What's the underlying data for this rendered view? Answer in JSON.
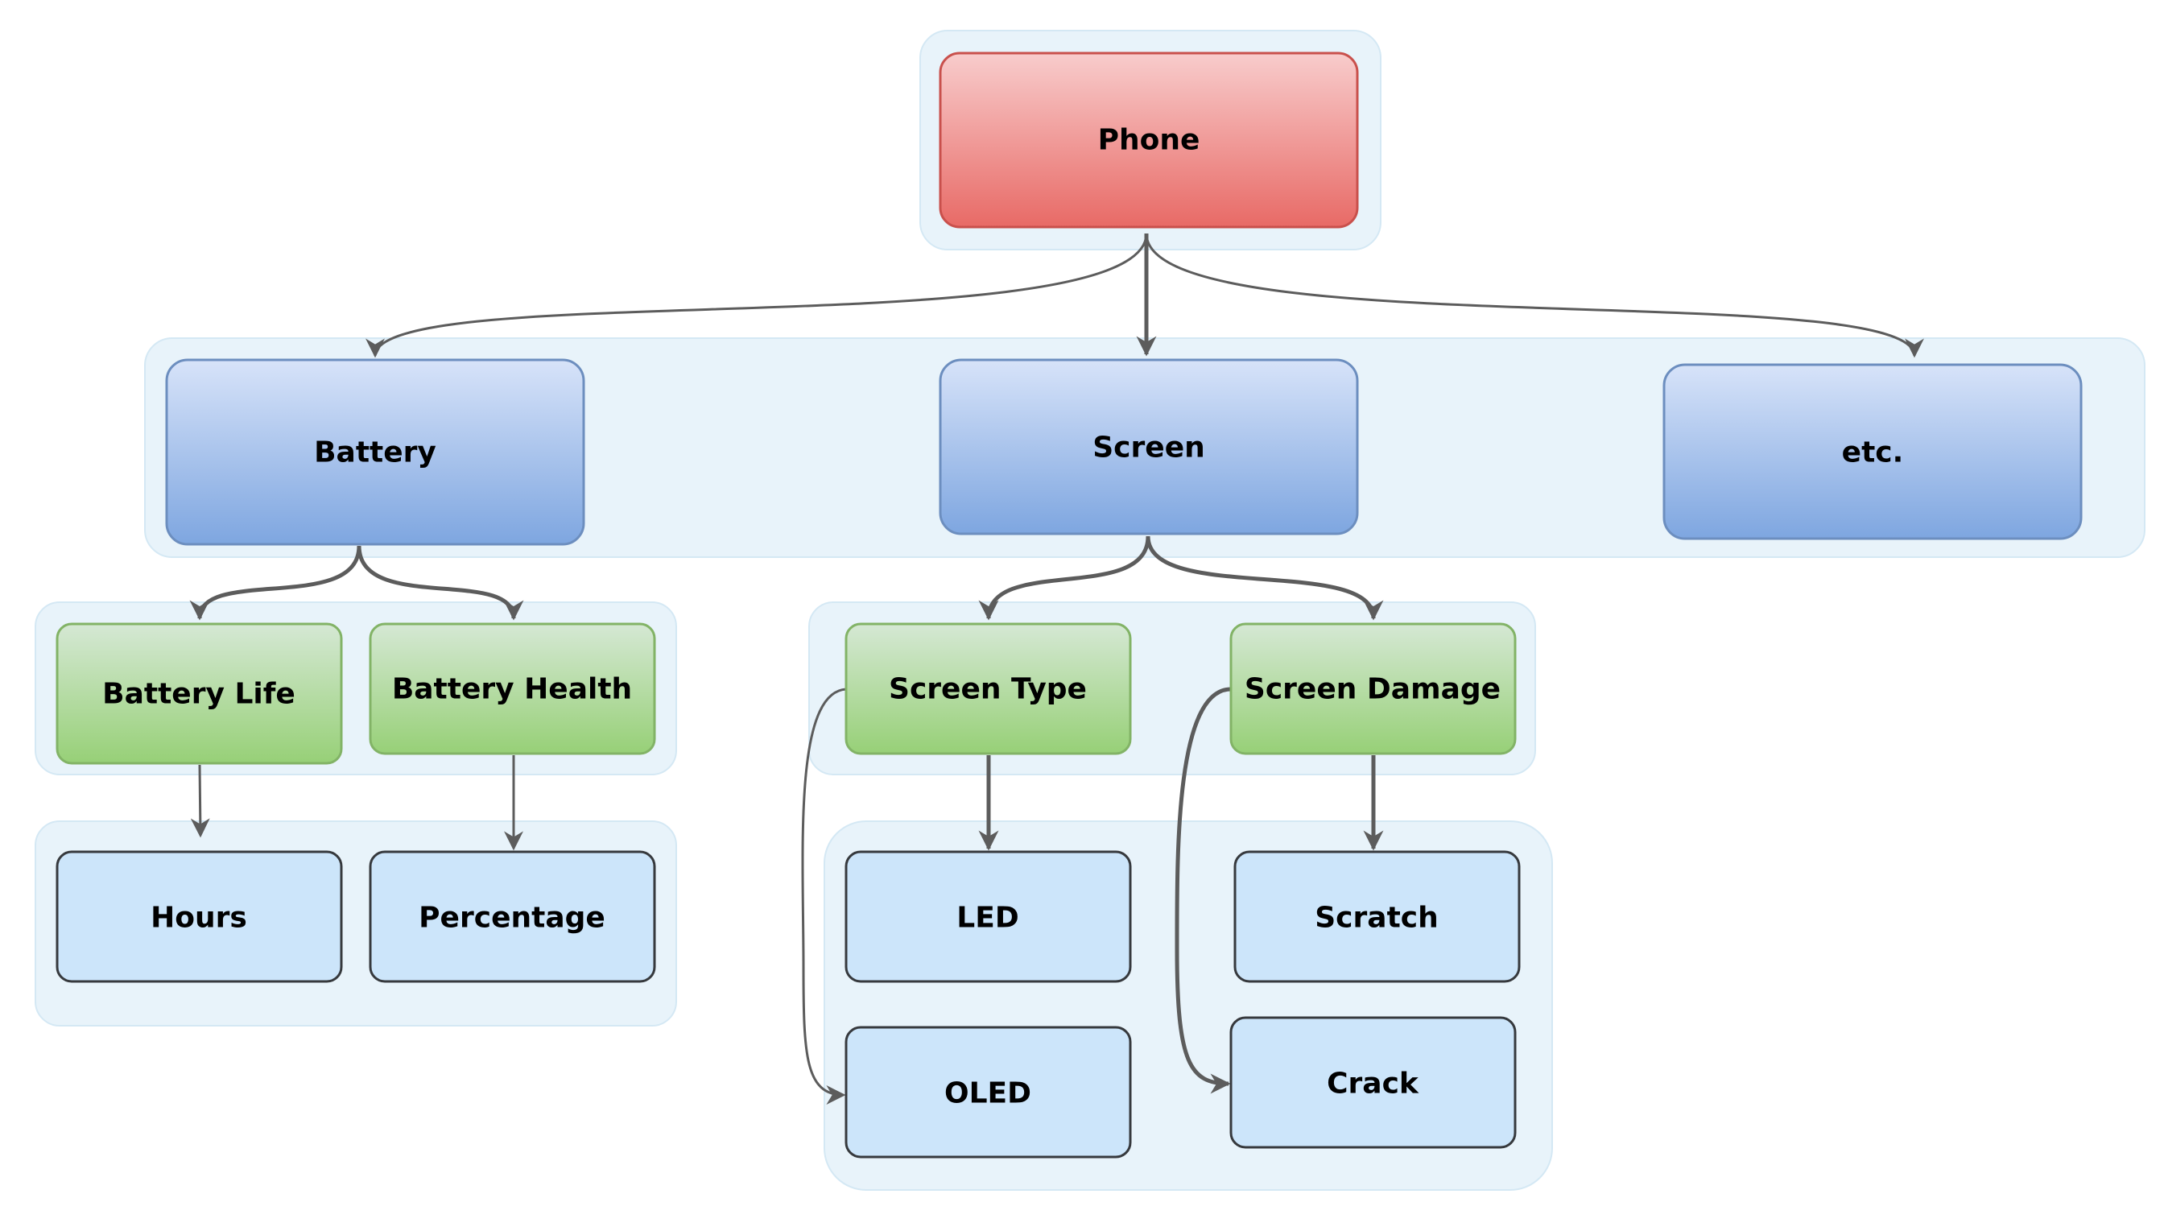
{
  "diagram": {
    "root": {
      "label": "Phone"
    },
    "level1": [
      {
        "label": "Battery"
      },
      {
        "label": "Screen"
      },
      {
        "label": "etc."
      }
    ],
    "battery_children": [
      {
        "label": "Battery Life"
      },
      {
        "label": "Battery Health"
      }
    ],
    "battery_leaves": [
      {
        "label": "Hours"
      },
      {
        "label": "Percentage"
      }
    ],
    "screen_children": [
      {
        "label": "Screen Type"
      },
      {
        "label": "Screen Damage"
      }
    ],
    "screen_type_leaves": [
      {
        "label": "LED"
      },
      {
        "label": "OLED"
      }
    ],
    "screen_damage_leaves": [
      {
        "label": "Scratch"
      },
      {
        "label": "Crack"
      }
    ]
  },
  "colors": {
    "group_fill": "#e8f3fa",
    "group_stroke": "#d4e8f4",
    "red_top": "#f8cccc",
    "red_bottom": "#e86a66",
    "red_stroke": "#c9504c",
    "blue_top": "#d7e3f9",
    "blue_bottom": "#7ea6e0",
    "blue_stroke": "#6c8ebf",
    "green_top": "#d5e8d4",
    "green_bottom": "#97d077",
    "green_stroke": "#82b366",
    "leaf_fill": "#cce5fa",
    "leaf_stroke": "#36393d",
    "edge": "#5c5c5c"
  }
}
